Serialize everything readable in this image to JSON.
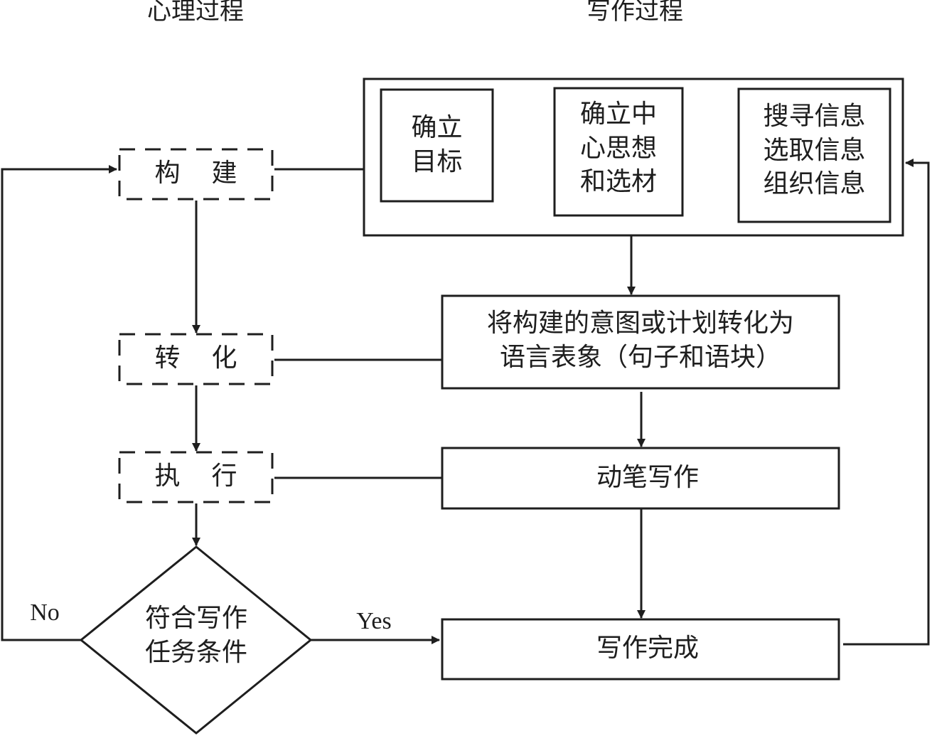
{
  "headers": {
    "left": "心理过程",
    "right": "写作过程"
  },
  "mental_process": [
    {
      "id": "construct",
      "label": "构建"
    },
    {
      "id": "translate",
      "label": "转化"
    },
    {
      "id": "execute",
      "label": "执行"
    }
  ],
  "decision": {
    "label": "符合写作\n任务条件",
    "yes_label": "Yes",
    "no_label": "No"
  },
  "writing_process": {
    "planning_group": [
      {
        "id": "goal",
        "label": "确立\n目标"
      },
      {
        "id": "theme",
        "label": "确立中\n心思想\n和选材"
      },
      {
        "id": "info",
        "label": "搜寻信息\n选取信息\n组织信息"
      }
    ],
    "translate_box": "将构建的意图或计划转化为\n语言表象（句子和语块）",
    "write_box": "动笔写作",
    "done_box": "写作完成"
  },
  "colors": {
    "stroke": "#1e1e1e",
    "background": "#ffffff"
  }
}
